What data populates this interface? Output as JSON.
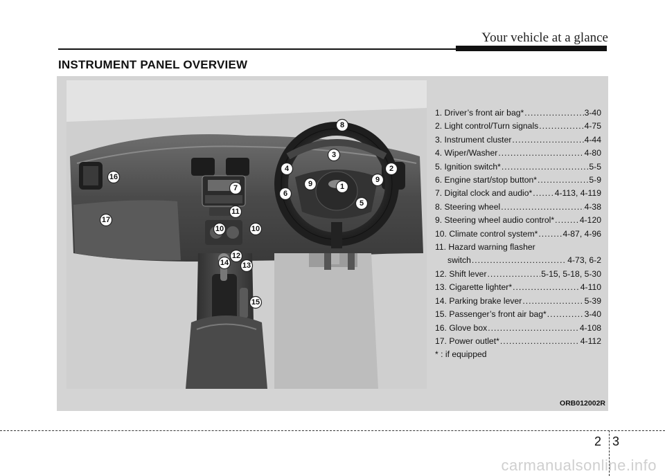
{
  "header": {
    "title": "Your vehicle at a glance"
  },
  "section": {
    "title": "INSTRUMENT PANEL OVERVIEW"
  },
  "legend": {
    "items": [
      {
        "label": "1. Driver’s front air bag*",
        "page": "3-40"
      },
      {
        "label": "2. Light control/Turn signals",
        "page": "4-75"
      },
      {
        "label": "3. Instrument cluster",
        "page": "4-44"
      },
      {
        "label": "4. Wiper/Washer",
        "page": "4-80"
      },
      {
        "label": "5. Ignition switch*",
        "page": "5-5"
      },
      {
        "label": "6. Engine start/stop button*",
        "page": "5-9"
      },
      {
        "label": "7. Digital clock and audio*",
        "page": "4-113, 4-119"
      },
      {
        "label": "8. Steering wheel",
        "page": "4-38"
      },
      {
        "label": "9. Steering wheel audio control*",
        "page": "4-120"
      },
      {
        "label": "10. Climate control system*",
        "page": "4-87, 4-96"
      },
      {
        "label": "11. Hazard warning flasher",
        "label_cont": "switch",
        "page": "4-73, 6-2"
      },
      {
        "label": "12. Shift lever",
        "page": "5-15, 5-18, 5-30"
      },
      {
        "label": "13. Cigarette lighter*",
        "page": "4-110"
      },
      {
        "label": "14. Parking brake lever",
        "page": "5-39"
      },
      {
        "label": "15. Passenger’s front air bag*",
        "page": "3-40"
      },
      {
        "label": "16. Glove box",
        "page": "4-108"
      },
      {
        "label": "17. Power outlet*",
        "page": "4-112"
      }
    ],
    "note": "* : if equipped"
  },
  "callouts": [
    "1",
    "2",
    "3",
    "4",
    "5",
    "6",
    "7",
    "8",
    "9",
    "9",
    "10",
    "10",
    "11",
    "12",
    "13",
    "14",
    "15",
    "16",
    "17"
  ],
  "image_code": "ORB012002R",
  "page": {
    "chapter": "2",
    "number": "3"
  },
  "watermark": "carmanualsonline.info"
}
